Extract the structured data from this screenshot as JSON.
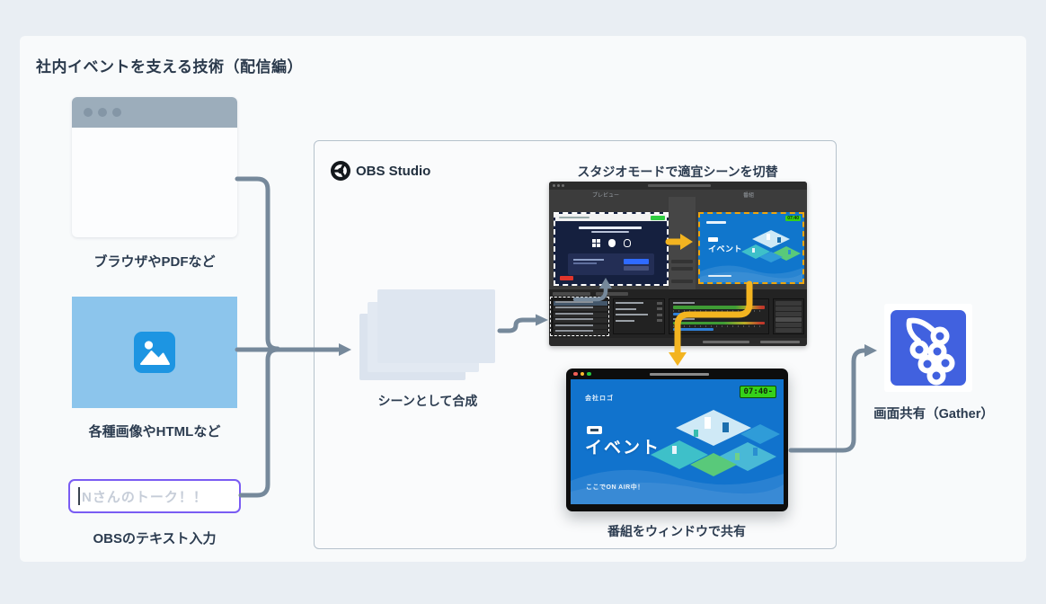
{
  "page": {
    "title": "社内イベントを支える技術（配信編）"
  },
  "sources": {
    "browser": {
      "label": "ブラウザやPDFなど"
    },
    "images": {
      "label": "各種画像やHTMLなど"
    },
    "text_input": {
      "label": "OBSのテキスト入力",
      "placeholder": "Nさんのトーク！！"
    }
  },
  "obs": {
    "app_name": "OBS Studio",
    "scene_stack_label": "シーンとして合成",
    "studio_mode": {
      "caption": "スタジオモードで適宜シーンを切替",
      "preview_label": "プレビュー",
      "program_label": "番組",
      "program_thumb": {
        "title": "イベント",
        "timer": "07:40"
      }
    },
    "program_window": {
      "caption": "番組をウィンドウで共有",
      "logo_text": "会社ロゴ",
      "timer": "07:40-",
      "title": "イベント",
      "subtitle": "ここでON AIR中！"
    }
  },
  "output": {
    "label": "画面共有（Gather）"
  },
  "icons": {
    "obs_logo": "obs-spiral-logo",
    "gather_logo": "grape-bunch-logo",
    "image_placeholder": "image-photo-icon",
    "window_controls": "macos-traffic-lights"
  },
  "colors": {
    "connector_gray": "#76899b",
    "arrow_yellow": "#f3b420",
    "program_dash_yellow": "#eda50f",
    "input_border_purple": "#7a5cf3",
    "gather_blue": "#4161df",
    "screen_blue": "#1173cd",
    "image_box_blue": "#8cc5ec",
    "image_icon_blue": "#1d95e2"
  }
}
